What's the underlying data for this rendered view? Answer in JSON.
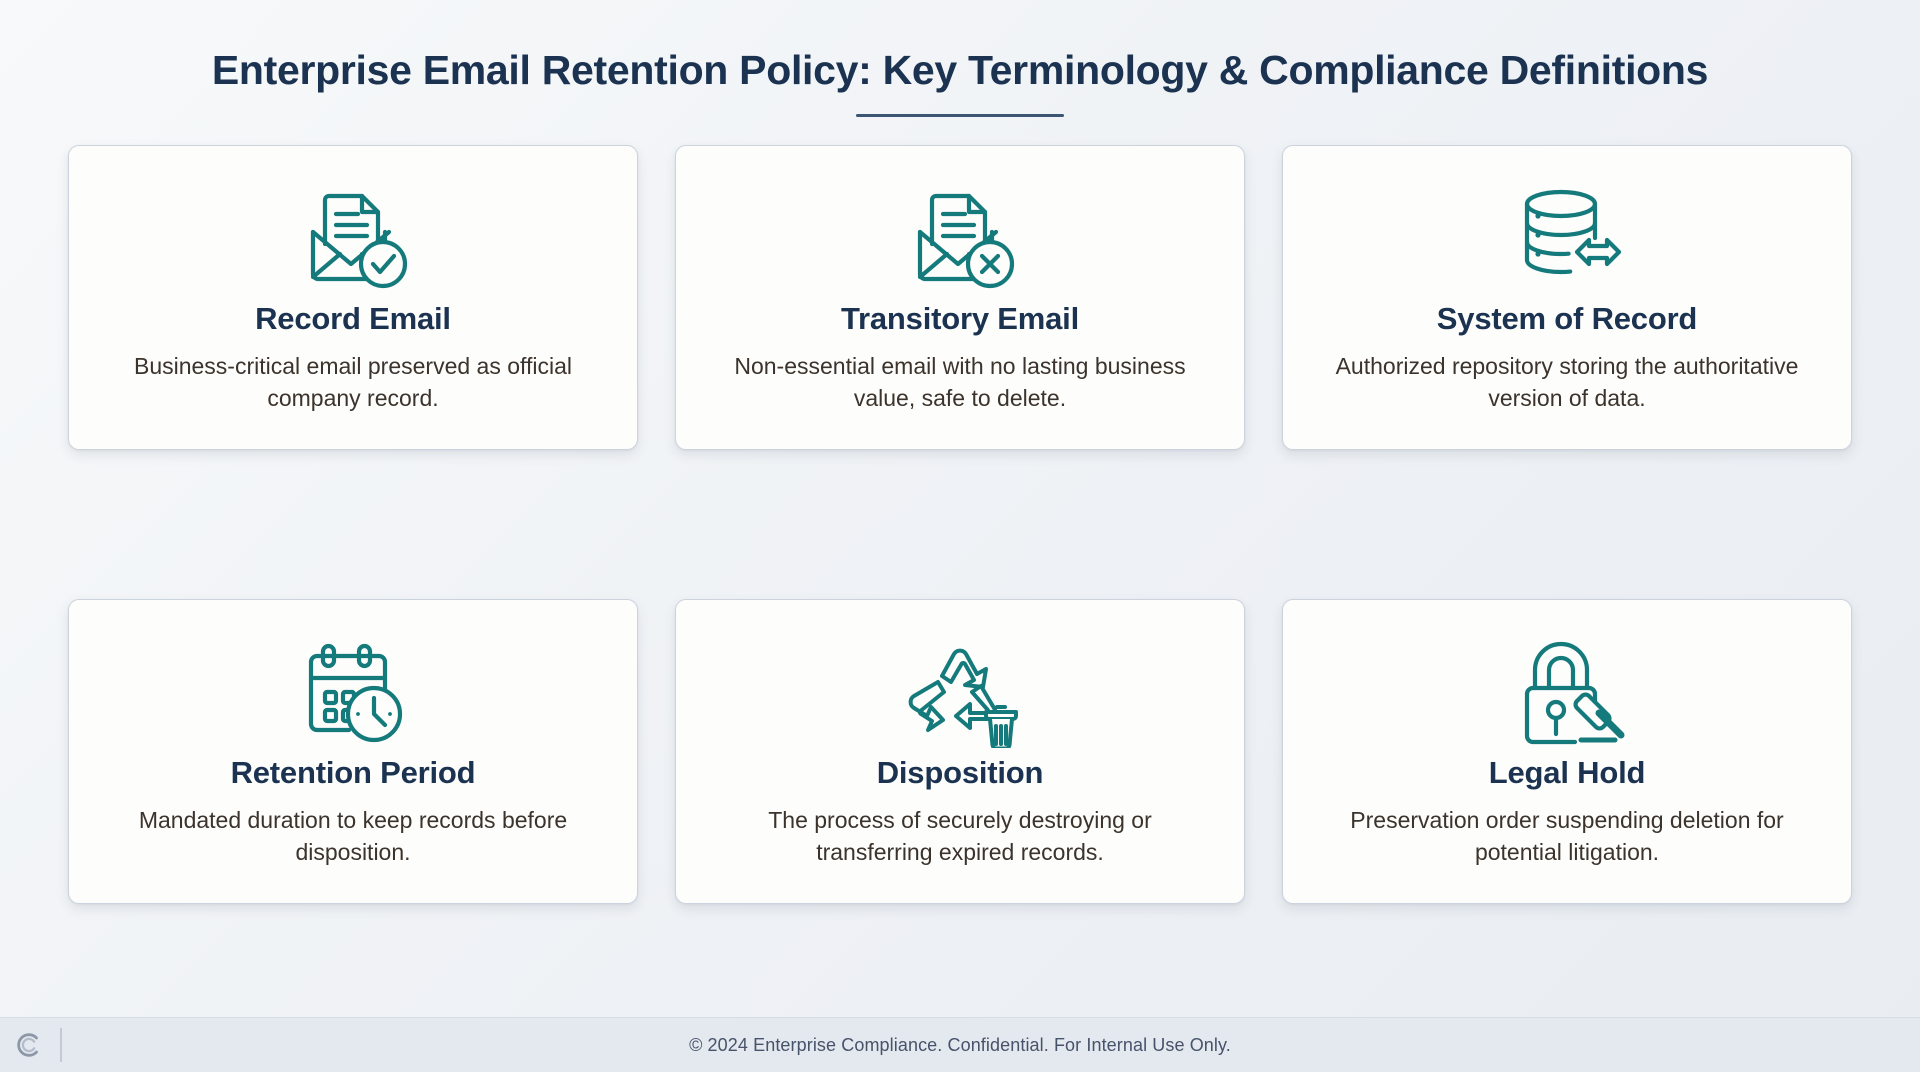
{
  "header": {
    "title": "Enterprise Email Retention Policy: Key Terminology & Compliance Definitions"
  },
  "theme": {
    "title_color": "#1b3251",
    "accent_rule_color": "#3c5572",
    "icon_color": "#157a7b",
    "card_bg": "#fdfdfb",
    "card_border": "#ccd3dd",
    "body_text_color": "#3b332c",
    "page_bg": "#eef1f5",
    "footer_bg": "#e4e9ef"
  },
  "cards": [
    {
      "icon": "envelope-document-check-icon",
      "title": "Record Email",
      "description": "Business-critical email preserved as official company record."
    },
    {
      "icon": "envelope-document-cross-icon",
      "title": "Transitory Email",
      "description": "Non-essential email with no lasting business value, safe to delete."
    },
    {
      "icon": "database-transfer-icon",
      "title": "System of Record",
      "description": "Authorized repository storing the authoritative version of data."
    },
    {
      "icon": "calendar-clock-icon",
      "title": "Retention Period",
      "description": "Mandated duration to keep records before disposition."
    },
    {
      "icon": "recycle-trash-icon",
      "title": "Disposition",
      "description": "The process of securely destroying or transferring expired records."
    },
    {
      "icon": "lock-gavel-icon",
      "title": "Legal Hold",
      "description": "Preservation order suspending deletion for potential litigation."
    }
  ],
  "footer": {
    "text": "© 2024 Enterprise Compliance. Confidential. For Internal Use Only.",
    "brand_icon": "copyright-c-logo-icon"
  }
}
